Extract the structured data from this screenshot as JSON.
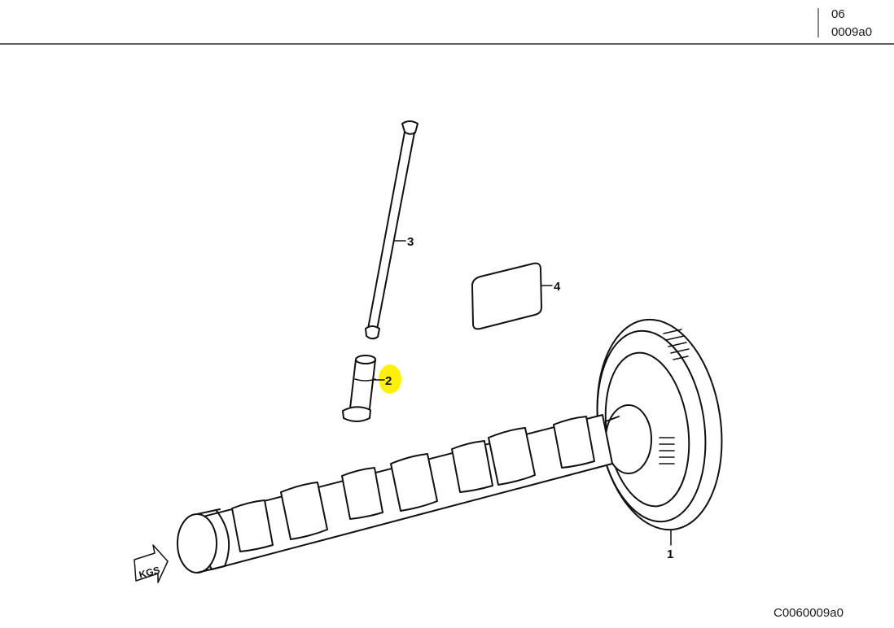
{
  "header": {
    "group_code": "06",
    "diagram_code": "0009a0"
  },
  "footer": {
    "image_code": "C0060009a0"
  },
  "diagram": {
    "orientation_marker": "KGS",
    "highlight_color": "#fff200",
    "parts": [
      {
        "number": "1",
        "name": "camshaft-with-gear",
        "highlighted": false
      },
      {
        "number": "2",
        "name": "tappet",
        "highlighted": true
      },
      {
        "number": "3",
        "name": "push-rod",
        "highlighted": false
      },
      {
        "number": "4",
        "name": "gasket",
        "highlighted": false
      }
    ]
  }
}
